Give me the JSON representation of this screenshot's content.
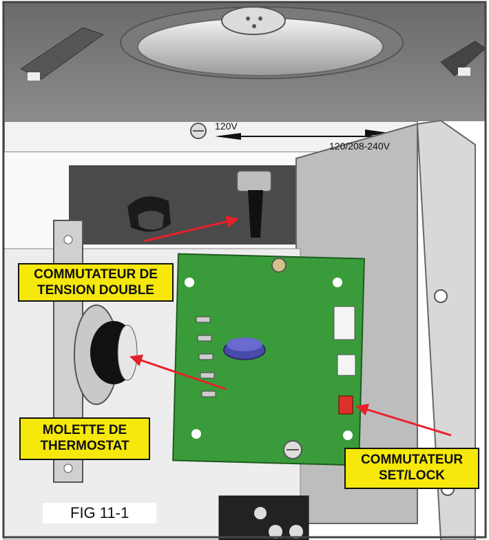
{
  "voltage_labels": {
    "low": "120V",
    "high": "120/208-240V"
  },
  "callouts": {
    "dual_voltage_switch": {
      "line1": "COMMUTATEUR DE",
      "line2": "TENSION DOUBLE"
    },
    "thermostat_knob": {
      "line1": "MOLETTE DE",
      "line2": "THERMOSTAT"
    },
    "set_lock_switch": {
      "line1": "COMMUTATEUR",
      "line2": "SET/LOCK"
    }
  },
  "figure_label": "FIG 11-1",
  "colors": {
    "callout_fill": "#f5e80a",
    "arrow": "#e8202a",
    "board": "#3a9b3a",
    "frame": "#444444"
  }
}
